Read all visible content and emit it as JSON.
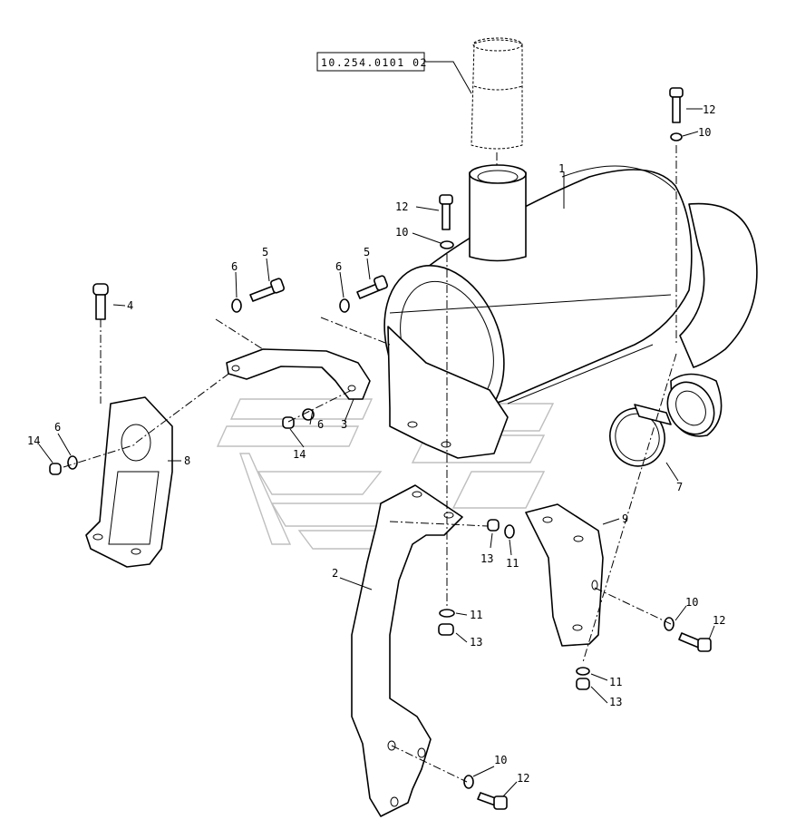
{
  "reference_box": {
    "text": "10.254.0101 02"
  },
  "callouts": [
    {
      "id": "c1",
      "text": "1"
    },
    {
      "id": "c2",
      "text": "2"
    },
    {
      "id": "c3",
      "text": "3"
    },
    {
      "id": "c4",
      "text": "4"
    },
    {
      "id": "c5a",
      "text": "5"
    },
    {
      "id": "c5b",
      "text": "5"
    },
    {
      "id": "c6a",
      "text": "6"
    },
    {
      "id": "c6b",
      "text": "6"
    },
    {
      "id": "c6c",
      "text": "6"
    },
    {
      "id": "c6d",
      "text": "6"
    },
    {
      "id": "c7",
      "text": "7"
    },
    {
      "id": "c8",
      "text": "8"
    },
    {
      "id": "c9",
      "text": "9"
    },
    {
      "id": "c10a",
      "text": "10"
    },
    {
      "id": "c10b",
      "text": "10"
    },
    {
      "id": "c10c",
      "text": "10"
    },
    {
      "id": "c10d",
      "text": "10"
    },
    {
      "id": "c11a",
      "text": "11"
    },
    {
      "id": "c11b",
      "text": "11"
    },
    {
      "id": "c11c",
      "text": "11"
    },
    {
      "id": "c12a",
      "text": "12"
    },
    {
      "id": "c12b",
      "text": "12"
    },
    {
      "id": "c12c",
      "text": "12"
    },
    {
      "id": "c12d",
      "text": "12"
    },
    {
      "id": "c13a",
      "text": "13"
    },
    {
      "id": "c13b",
      "text": "13"
    },
    {
      "id": "c13c",
      "text": "13"
    },
    {
      "id": "c14a",
      "text": "14"
    },
    {
      "id": "c14b",
      "text": "14"
    }
  ]
}
